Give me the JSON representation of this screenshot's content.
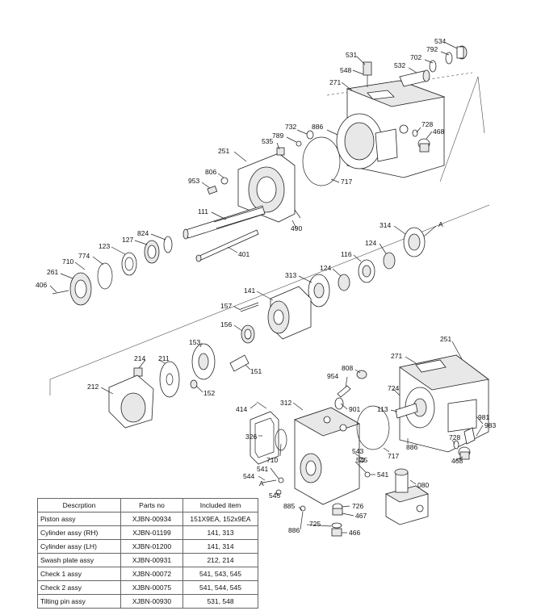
{
  "labels": {
    "l531": "531",
    "l548": "548",
    "l534": "534",
    "l792": "792",
    "l702": "702",
    "l532": "532",
    "l271a": "271",
    "l732": "732",
    "l886a": "886",
    "l789": "789",
    "l535": "535",
    "l728a": "728",
    "l468a": "468",
    "l251a": "251",
    "l806": "806",
    "l953": "953",
    "l717a": "717",
    "l111": "111",
    "l490": "490",
    "l824": "824",
    "l127": "127",
    "l123": "123",
    "l774": "774",
    "l710a": "710",
    "l261": "261",
    "l406": "406",
    "l401": "401",
    "l314": "314",
    "lA1": "A",
    "l124a": "124",
    "l116": "116",
    "l124b": "124",
    "l313": "313",
    "l141": "141",
    "l157": "157",
    "l156": "156",
    "l153": "153",
    "l151": "151",
    "l214": "214",
    "l211": "211",
    "l212": "212",
    "l152": "152",
    "l251b": "251",
    "l271b": "271",
    "l808": "808",
    "l954": "954",
    "l724": "724",
    "l414": "414",
    "l312": "312",
    "l901": "901",
    "l113": "113",
    "l981": "981",
    "l983": "983",
    "l326": "326",
    "l886b": "886",
    "l717b": "717",
    "l543": "543",
    "l545a": "545",
    "l728b": "728",
    "l468b": "468",
    "l710b": "710",
    "l541a": "541",
    "l544": "544",
    "l541b": "541",
    "lA2": "A",
    "l545b": "545",
    "l080": "080",
    "l885": "885",
    "l726": "726",
    "l467": "467",
    "l725": "725",
    "l886c": "886",
    "l466": "466"
  },
  "table": {
    "headers": [
      "Descrption",
      "Parts no",
      "Included item"
    ],
    "rows": [
      [
        "Piston assy",
        "XJBN-00934",
        "151X9EA, 152x9EA"
      ],
      [
        "Cylinder assy (RH)",
        "XJBN-01199",
        "141, 313"
      ],
      [
        "Cylinder assy (LH)",
        "XJBN-01200",
        "141, 314"
      ],
      [
        "Swash plate assy",
        "XJBN-00931",
        "212, 214"
      ],
      [
        "Check 1 assy",
        "XJBN-00072",
        "541, 543, 545"
      ],
      [
        "Check 2 assy",
        "XJBN-00075",
        "541, 544, 545"
      ],
      [
        "Tilting pin assy",
        "XJBN-00930",
        "531, 548"
      ]
    ]
  }
}
